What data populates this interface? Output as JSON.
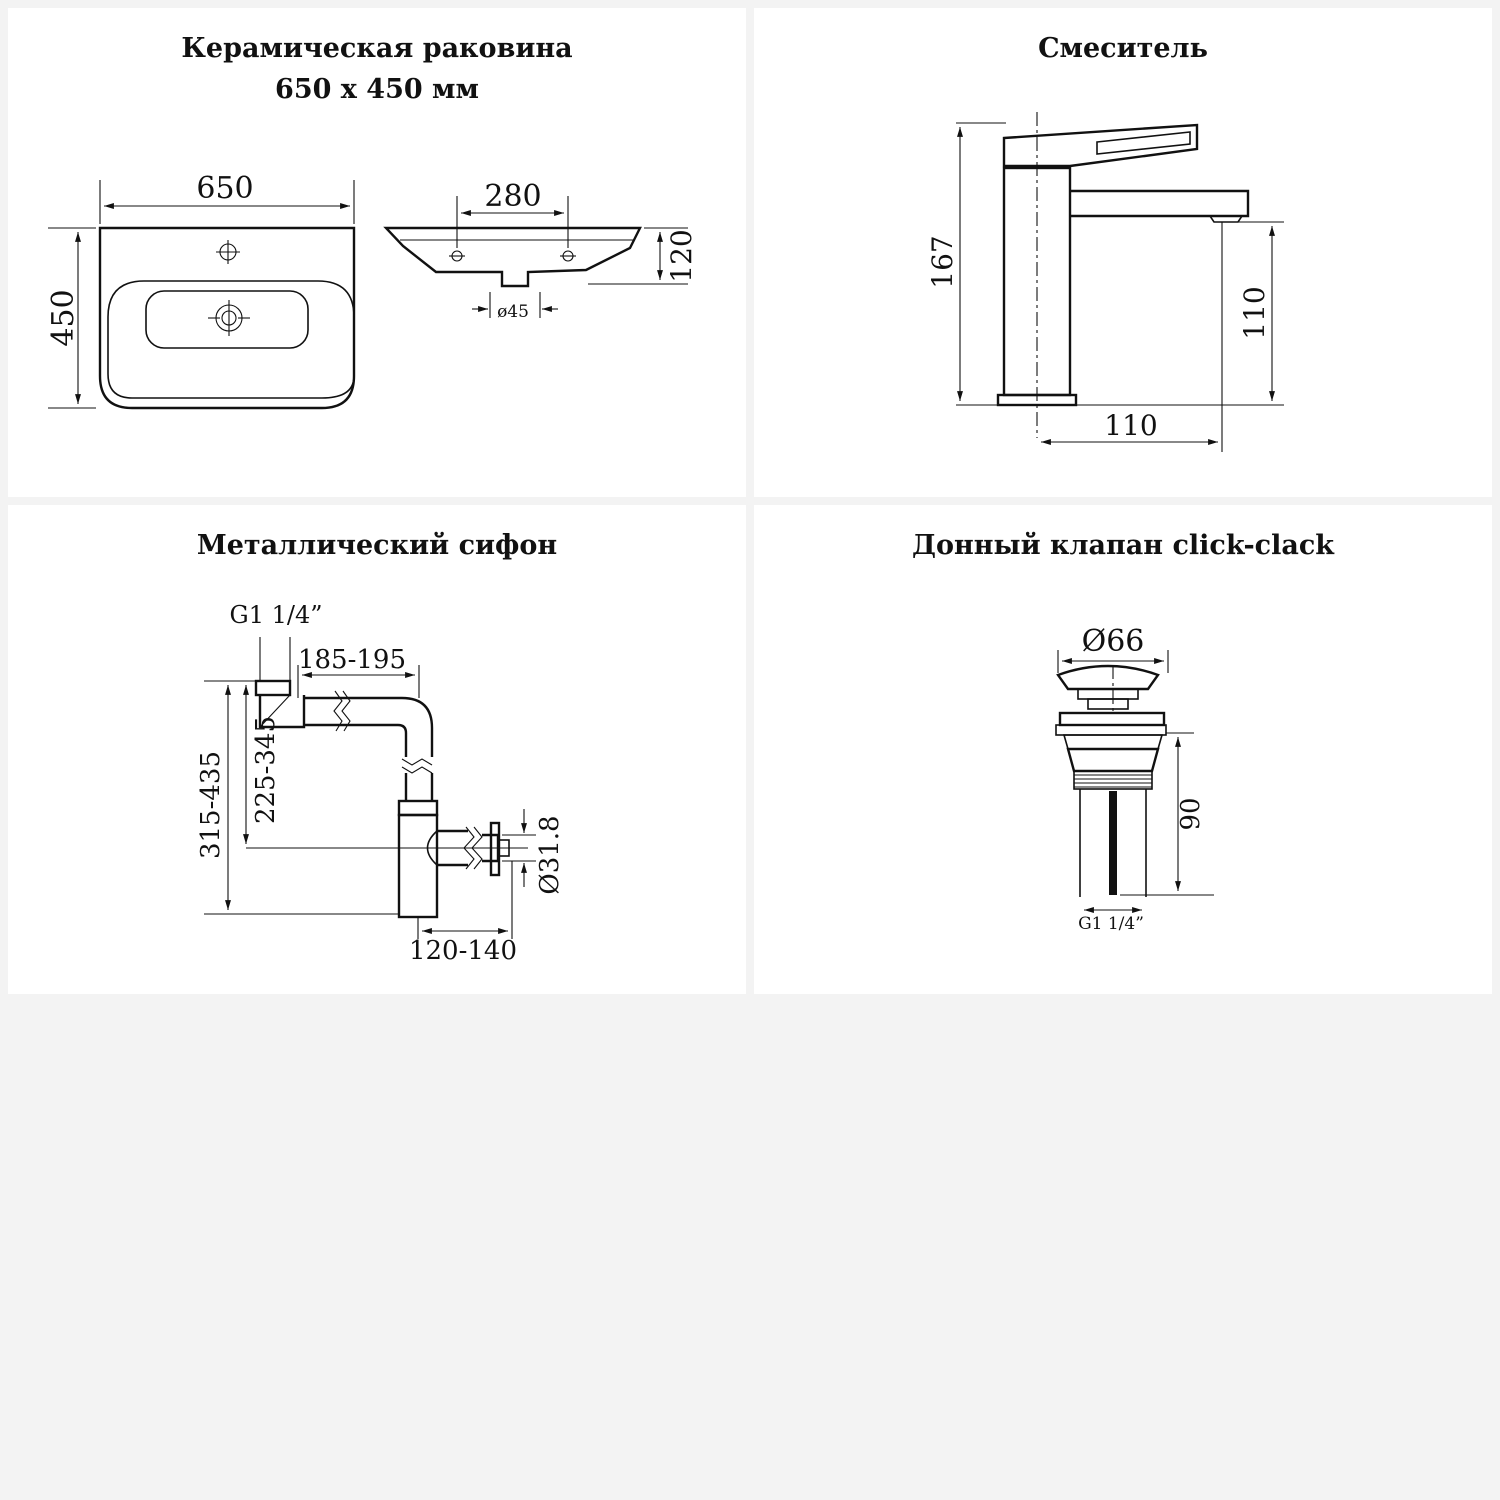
{
  "panels": {
    "sink": {
      "title_line1": "Керамическая раковина",
      "title_line2": "650 х 450 мм",
      "dims": {
        "width": "650",
        "depth": "450",
        "holes_spacing": "280",
        "height": "120",
        "drain_diameter": "ø45"
      }
    },
    "faucet": {
      "title": "Смеситель",
      "dims": {
        "height": "167",
        "spout_height": "110",
        "spout_reach": "110"
      }
    },
    "siphon": {
      "title": "Металлический сифон",
      "dims": {
        "thread": "G1 1/4”",
        "horizontal": "185-195",
        "total_height": "315-435",
        "inlet_height": "225-345",
        "outlet_diameter": "Ø31.8",
        "outlet_reach": "120-140"
      }
    },
    "drain": {
      "title": "Донный клапан click-clack",
      "dims": {
        "cap_diameter": "Ø66",
        "body_height": "90",
        "thread": "G1 1/4”"
      }
    }
  },
  "colors": {
    "page_background": "#f3f3f3",
    "panel_background": "#ffffff",
    "line": "#111111"
  }
}
